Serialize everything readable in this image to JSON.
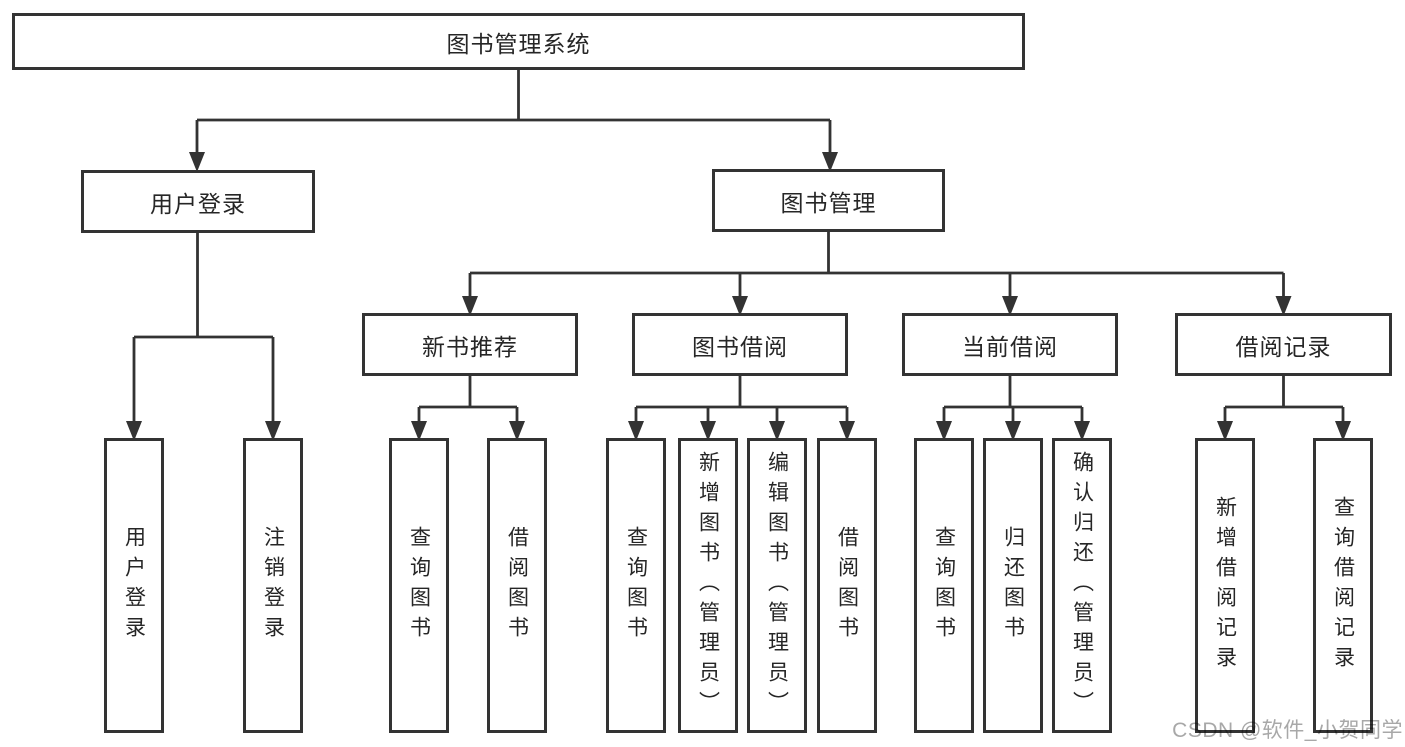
{
  "diagram": {
    "root": "图书管理系统",
    "level2": {
      "user_login": "用户登录",
      "book_mgmt": "图书管理"
    },
    "level3": {
      "new_book": "新书推荐",
      "book_borrow": "图书借阅",
      "cur_borrow": "当前借阅",
      "borrow_rec": "借阅记录"
    },
    "leaves": {
      "user_login": "用户登录",
      "logout": "注销登录",
      "query_books_a": "查询图书",
      "borrow_books_a": "借阅图书",
      "query_books_b": "查询图书",
      "add_book_admin": "新增图书（管理员）",
      "edit_book_admin": "编辑图书（管理员）",
      "borrow_books_b": "借阅图书",
      "query_books_c": "查询图书",
      "return_book": "归还图书",
      "confirm_return_admin": "确认归还（管理员）",
      "add_borrow_record": "新增借阅记录",
      "query_borrow_record": "查询借阅记录"
    }
  },
  "watermark": "CSDN @软件_小贺同学",
  "colors": {
    "line": "#333333",
    "box_border": "#333333",
    "text": "#262626",
    "watermark": "#a8a8a8",
    "background": "#ffffff"
  }
}
